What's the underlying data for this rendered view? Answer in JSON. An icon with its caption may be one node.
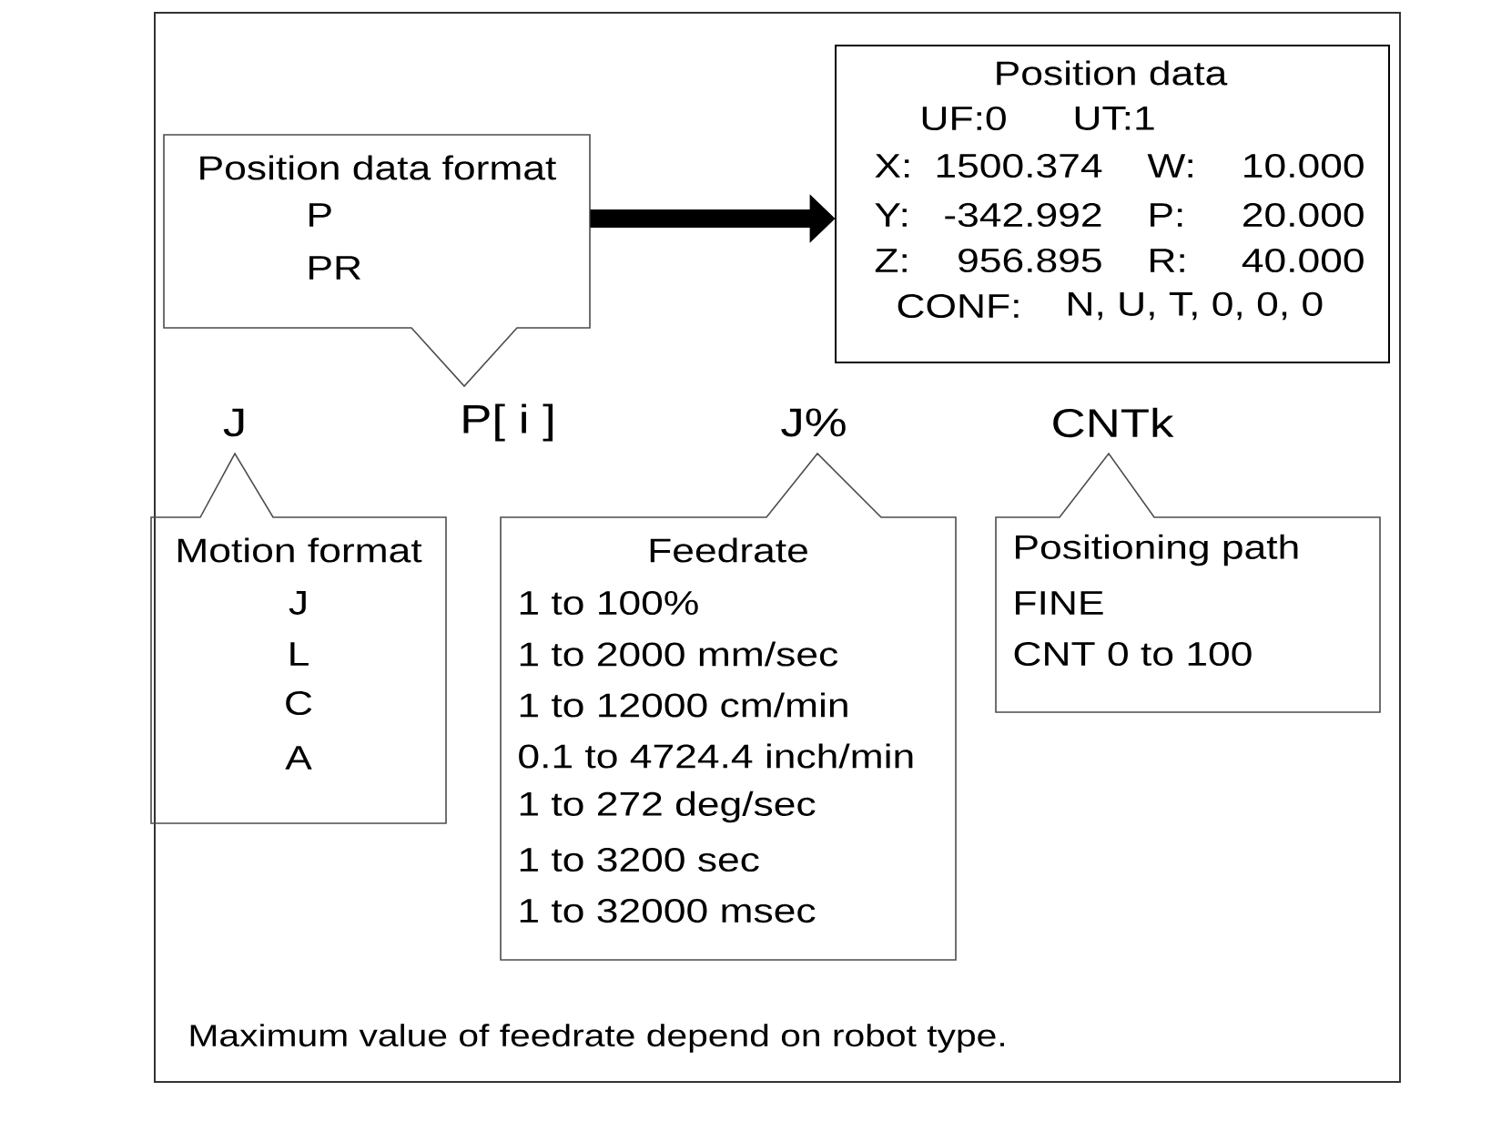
{
  "diagram": {
    "nodes": [
      {
        "text": [
          "Position data format",
          "P",
          "PR"
        ]
      },
      {
        "text": [
          "Position data",
          "UF:0",
          "UT:1",
          "X:",
          "1500.374",
          "W:",
          "10.000",
          "Y:",
          "-342.992",
          "P:",
          "20.000",
          "Z:",
          "956.895",
          "R:",
          "40.000",
          "CONF:",
          "N, U, T, 0, 0, 0"
        ]
      },
      {
        "text": [
          "Motion format",
          "J",
          "L",
          "C",
          "A"
        ]
      },
      {
        "text": [
          "Feedrate",
          "1 to 100%",
          "1 to 2000 mm/sec",
          "1 to 12000 cm/min",
          "0.1 to 4724.4 inch/min",
          "1 to 272 deg/sec",
          "1 to 3200 sec",
          "1 to 32000 msec"
        ]
      },
      {
        "text": [
          "Positioning path",
          "FINE",
          "CNT 0 to 100"
        ]
      }
    ],
    "edges": [
      {
        "from": 0,
        "to": 1,
        "arrow": "to"
      }
    ],
    "labels": [
      "J",
      "P[ i ]",
      "J%",
      "CNTk",
      "Maximum value of feedrate depend on robot type."
    ]
  }
}
